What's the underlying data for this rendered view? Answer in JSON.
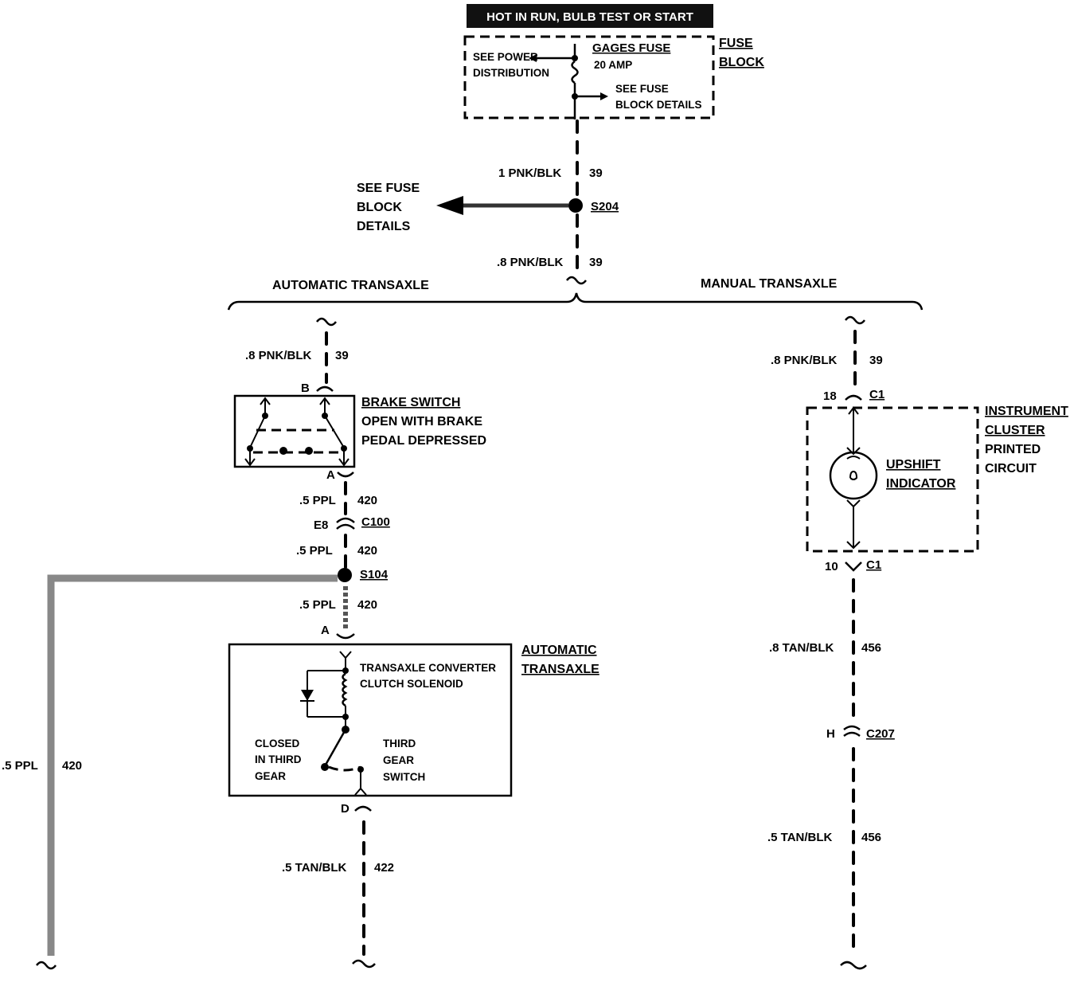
{
  "banner": "HOT IN RUN, BULB TEST OR START",
  "fuse_block": {
    "fuse_name": "GAGES FUSE",
    "fuse_rating": "20 AMP",
    "label_line1": "FUSE",
    "label_line2": "BLOCK",
    "see_power_1": "SEE POWER",
    "see_power_2": "DISTRIBUTION",
    "see_fuse_1": "SEE FUSE",
    "see_fuse_2": "BLOCK DETAILS"
  },
  "top_wire_1": {
    "gauge": "1 PNK/BLK",
    "circuit": "39"
  },
  "splice_s204": {
    "name": "S204",
    "see_1": "SEE FUSE",
    "see_2": "BLOCK",
    "see_3": "DETAILS"
  },
  "top_wire_2": {
    "gauge": ".8 PNK/BLK",
    "circuit": "39"
  },
  "branches": {
    "auto": "AUTOMATIC TRANSAXLE",
    "manual": "MANUAL TRANSAXLE"
  },
  "auto": {
    "wire1": {
      "gauge": ".8 PNK/BLK",
      "circuit": "39"
    },
    "brake_switch": {
      "pin_top": "B",
      "pin_bottom": "A",
      "name": "BRAKE SWITCH",
      "desc1": "OPEN WITH BRAKE",
      "desc2": "PEDAL DEPRESSED"
    },
    "wire2": {
      "gauge": ".5 PPL",
      "circuit": "420"
    },
    "connector_c100": {
      "pin": "E8",
      "name": "C100"
    },
    "wire3": {
      "gauge": ".5 PPL",
      "circuit": "420"
    },
    "splice_s104": "S104",
    "wire4": {
      "gauge": ".5 PPL",
      "circuit": "420"
    },
    "transaxle": {
      "pin_top": "A",
      "name1": "AUTOMATIC",
      "name2": "TRANSAXLE",
      "solenoid1": "TRANSAXLE CONVERTER",
      "solenoid2": "CLUTCH SOLENOID",
      "closed1": "CLOSED",
      "closed2": "IN THIRD",
      "closed3": "GEAR",
      "third1": "THIRD",
      "third2": "GEAR",
      "third3": "SWITCH",
      "pin_bottom": "D"
    },
    "wire5": {
      "gauge": ".5 TAN/BLK",
      "circuit": "422"
    },
    "left_wire": {
      "gauge": ".5 PPL",
      "circuit": "420"
    }
  },
  "manual": {
    "wire1": {
      "gauge": ".8 PNK/BLK",
      "circuit": "39"
    },
    "cluster": {
      "pin_top": "18",
      "conn_top": "C1",
      "label1": "INSTRUMENT",
      "label2": "CLUSTER",
      "label3": "PRINTED",
      "label4": "CIRCUIT",
      "indicator1": "UPSHIFT",
      "indicator2": "INDICATOR",
      "pin_bottom": "10",
      "conn_bottom": "C1"
    },
    "wire2": {
      "gauge": ".8 TAN/BLK",
      "circuit": "456"
    },
    "connector_c207": {
      "pin": "H",
      "name": "C207"
    },
    "wire3": {
      "gauge": ".5 TAN/BLK",
      "circuit": "456"
    }
  }
}
